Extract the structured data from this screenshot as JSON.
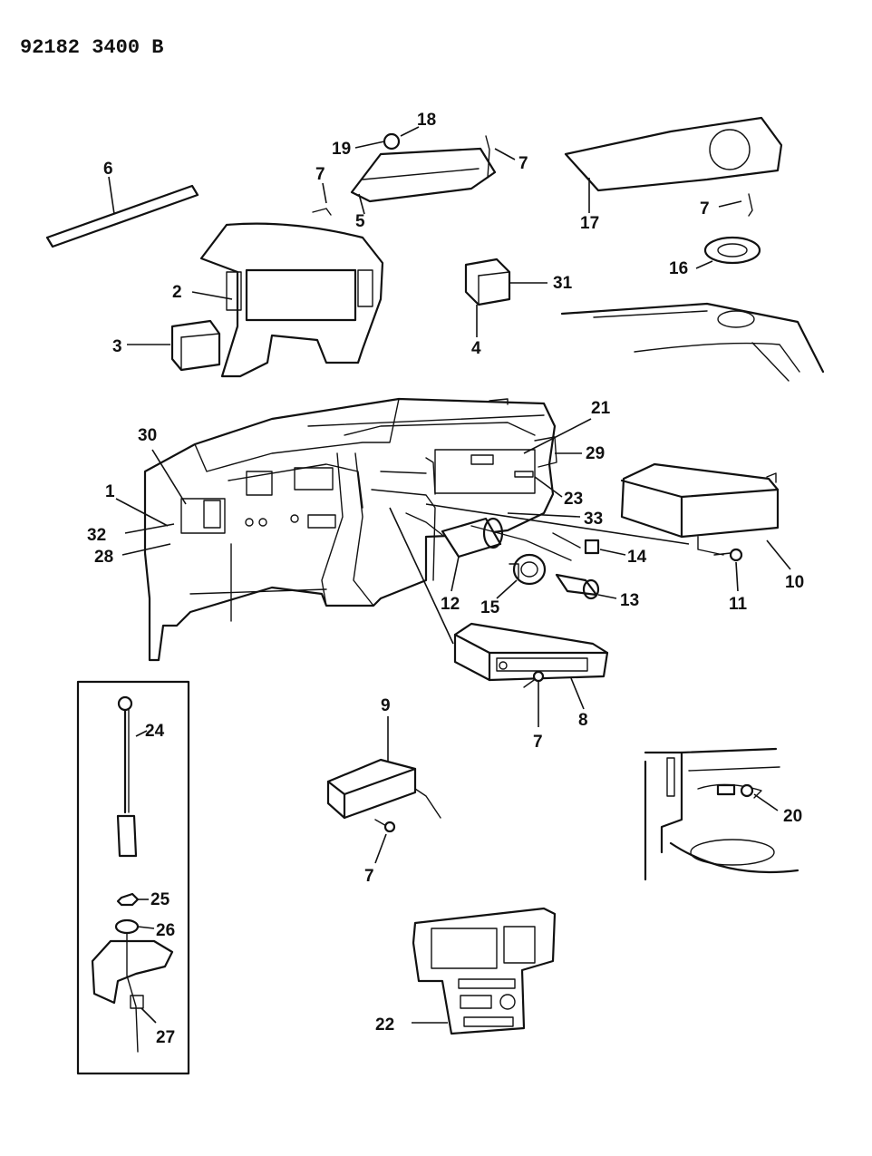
{
  "header": {
    "drawing_number": "92182 3400 B"
  },
  "callouts": {
    "c1": "1",
    "c2": "2",
    "c3": "3",
    "c4": "4",
    "c5": "5",
    "c6": "6",
    "c7a": "7",
    "c7b": "7",
    "c7c": "7",
    "c7d": "7",
    "c7e": "7",
    "c8": "8",
    "c9": "9",
    "c10": "10",
    "c11": "11",
    "c12": "12",
    "c13": "13",
    "c14": "14",
    "c15": "15",
    "c16": "16",
    "c17": "17",
    "c18": "18",
    "c19": "19",
    "c20": "20",
    "c21": "21",
    "c22": "22",
    "c23": "23",
    "c24": "24",
    "c25": "25",
    "c26": "26",
    "c27": "27",
    "c28": "28",
    "c29": "29",
    "c30": "30",
    "c31": "31",
    "c32": "32",
    "c33": "33"
  }
}
